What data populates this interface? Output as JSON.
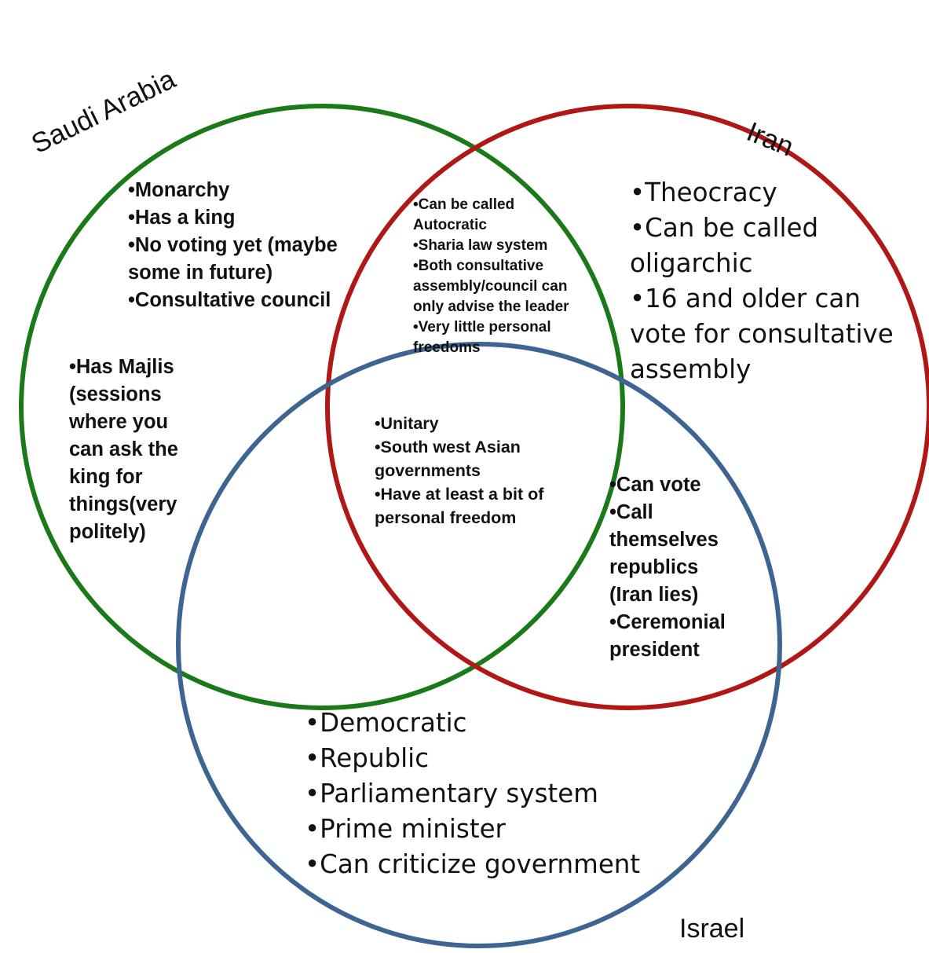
{
  "diagram": {
    "type": "venn",
    "sets": [
      {
        "name": "Saudi Arabia",
        "color": "#1a7a1a"
      },
      {
        "name": "Iran",
        "color": "#b01818"
      },
      {
        "name": "Israel",
        "color": "#3e6591"
      }
    ],
    "regions": {
      "saudi_top": [
        "Monarchy",
        "Has a king",
        "No voting yet (maybe some in future)",
        "Consultative council"
      ],
      "saudi_left": [
        "Has Majlis (sessions where you can ask the king for things(very politely)"
      ],
      "saudi_iran": [
        "Can be called Autocratic",
        "Sharia law system",
        "Both consultative assembly/council can only advise the leader",
        "Very little personal freedoms"
      ],
      "iran_only": [
        "Theocracy",
        "Can be called oligarchic",
        "16 and older can vote for consultative assembly"
      ],
      "all_three": [
        "Unitary",
        "South west Asian governments",
        "Have at least a bit of personal freedom"
      ],
      "iran_israel": [
        "Can vote",
        "Call themselves republics (Iran lies)",
        "Ceremonial president"
      ],
      "israel_only": [
        "Democratic",
        "Republic",
        "Parliamentary system",
        "Prime minister",
        "Can criticize government"
      ]
    },
    "bullet": "•"
  }
}
